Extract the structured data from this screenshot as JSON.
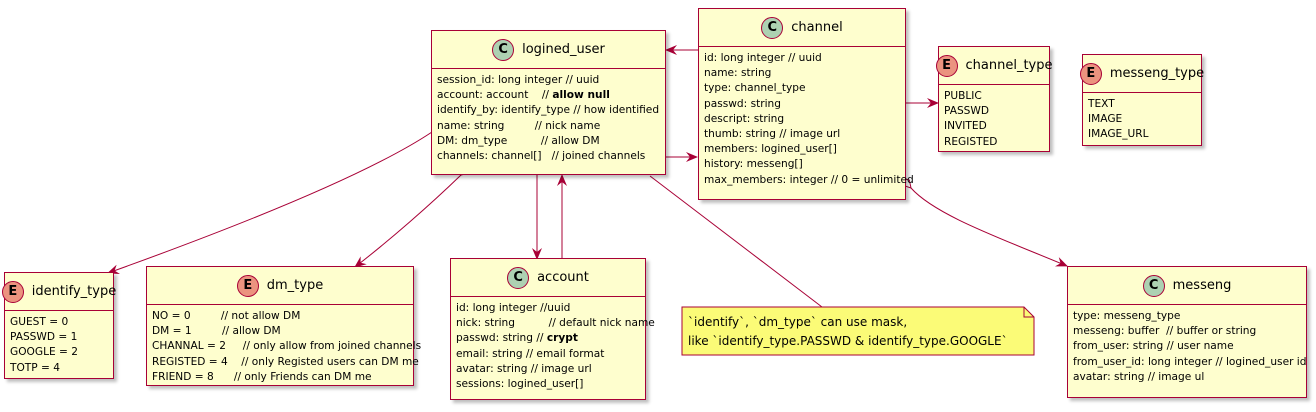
{
  "classes": {
    "logined_user": {
      "kind": "C",
      "name": "logined_user",
      "rows": [
        "session_id: long integer // uuid",
        "account: account    // ",
        "identify_by: identify_type // how identified",
        "name: string         // nick name",
        "DM: dm_type          // allow DM",
        "channels: channel[]   // joined channels"
      ],
      "bold_suffix": "allow null"
    },
    "channel": {
      "kind": "C",
      "name": "channel",
      "rows": [
        "id: long integer // uuid",
        "name: string",
        "type: channel_type",
        "passwd: string",
        "descript: string",
        "thumb: string // image url",
        "members: logined_user[]",
        "history: messeng[]",
        "max_members: integer // 0 = unlimited"
      ]
    },
    "channel_type": {
      "kind": "E",
      "name": "channel_type",
      "rows": [
        "PUBLIC",
        "PASSWD",
        "INVITED",
        "REGISTED"
      ]
    },
    "messeng_type": {
      "kind": "E",
      "name": "messeng_type",
      "rows": [
        "TEXT",
        "IMAGE",
        "IMAGE_URL"
      ]
    },
    "identify_type": {
      "kind": "E",
      "name": "identify_type",
      "rows": [
        "GUEST = 0",
        "PASSWD = 1",
        "GOOGLE = 2",
        "TOTP = 4"
      ]
    },
    "dm_type": {
      "kind": "E",
      "name": "dm_type",
      "rows": [
        "NO = 0         // not allow DM",
        "DM = 1         // allow DM",
        "CHANNAL = 2     // only allow from joined channels",
        "REGISTED = 4    // only Registed users can DM me",
        "FRIEND = 8      // only Friends can DM me"
      ]
    },
    "account": {
      "kind": "C",
      "name": "account",
      "rows": [
        "id: long integer //uuid",
        "nick: string          // default nick name",
        "passwd: string // ",
        "email: string // email format",
        "avatar: string // image url",
        "sessions: logined_user[]"
      ],
      "bold_suffix": "crypt"
    },
    "messeng": {
      "kind": "C",
      "name": "messeng",
      "rows": [
        "type: messeng_type",
        "messeng: buffer  // buffer or string",
        "from_user: string // user name",
        "from_user_id: long integer // logined_user id",
        "avatar: string // image ul"
      ]
    }
  },
  "note": {
    "line1": "`identify`, `dm_type` can use mask,",
    "line2": "like `identify_type.PASSWD & identify_type.GOOGLE`"
  },
  "colors": {
    "border": "#A80036",
    "class_bg": "#FEFECE",
    "class_badge": "#ADD1B2",
    "enum_badge": "#EB937F",
    "note_bg": "#FBFB77"
  }
}
